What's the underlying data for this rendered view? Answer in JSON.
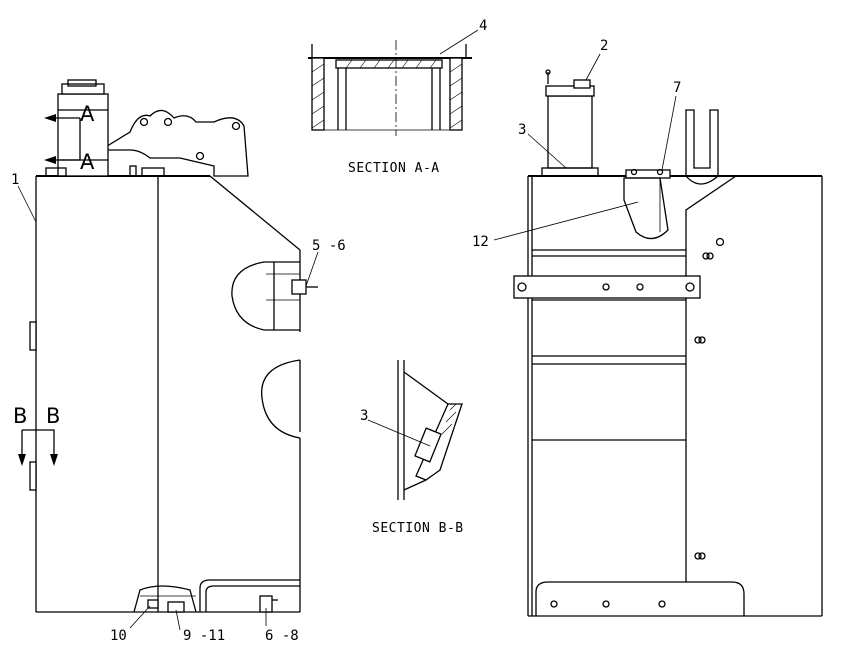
{
  "section_labels": {
    "aa": "SECTION A-A",
    "bb": "SECTION B-B"
  },
  "view_markers": {
    "a_top": "A",
    "a_bottom": "A",
    "b_left": "B",
    "b_right": "B"
  },
  "callouts": {
    "c1": "1",
    "c2": "2",
    "c3_right": "3",
    "c3_section": "3",
    "c4": "4",
    "c5_6": "5 -6",
    "c6_8": "6 -8",
    "c7": "7",
    "c9_11": "9 -11",
    "c10": "10",
    "c12": "12"
  }
}
